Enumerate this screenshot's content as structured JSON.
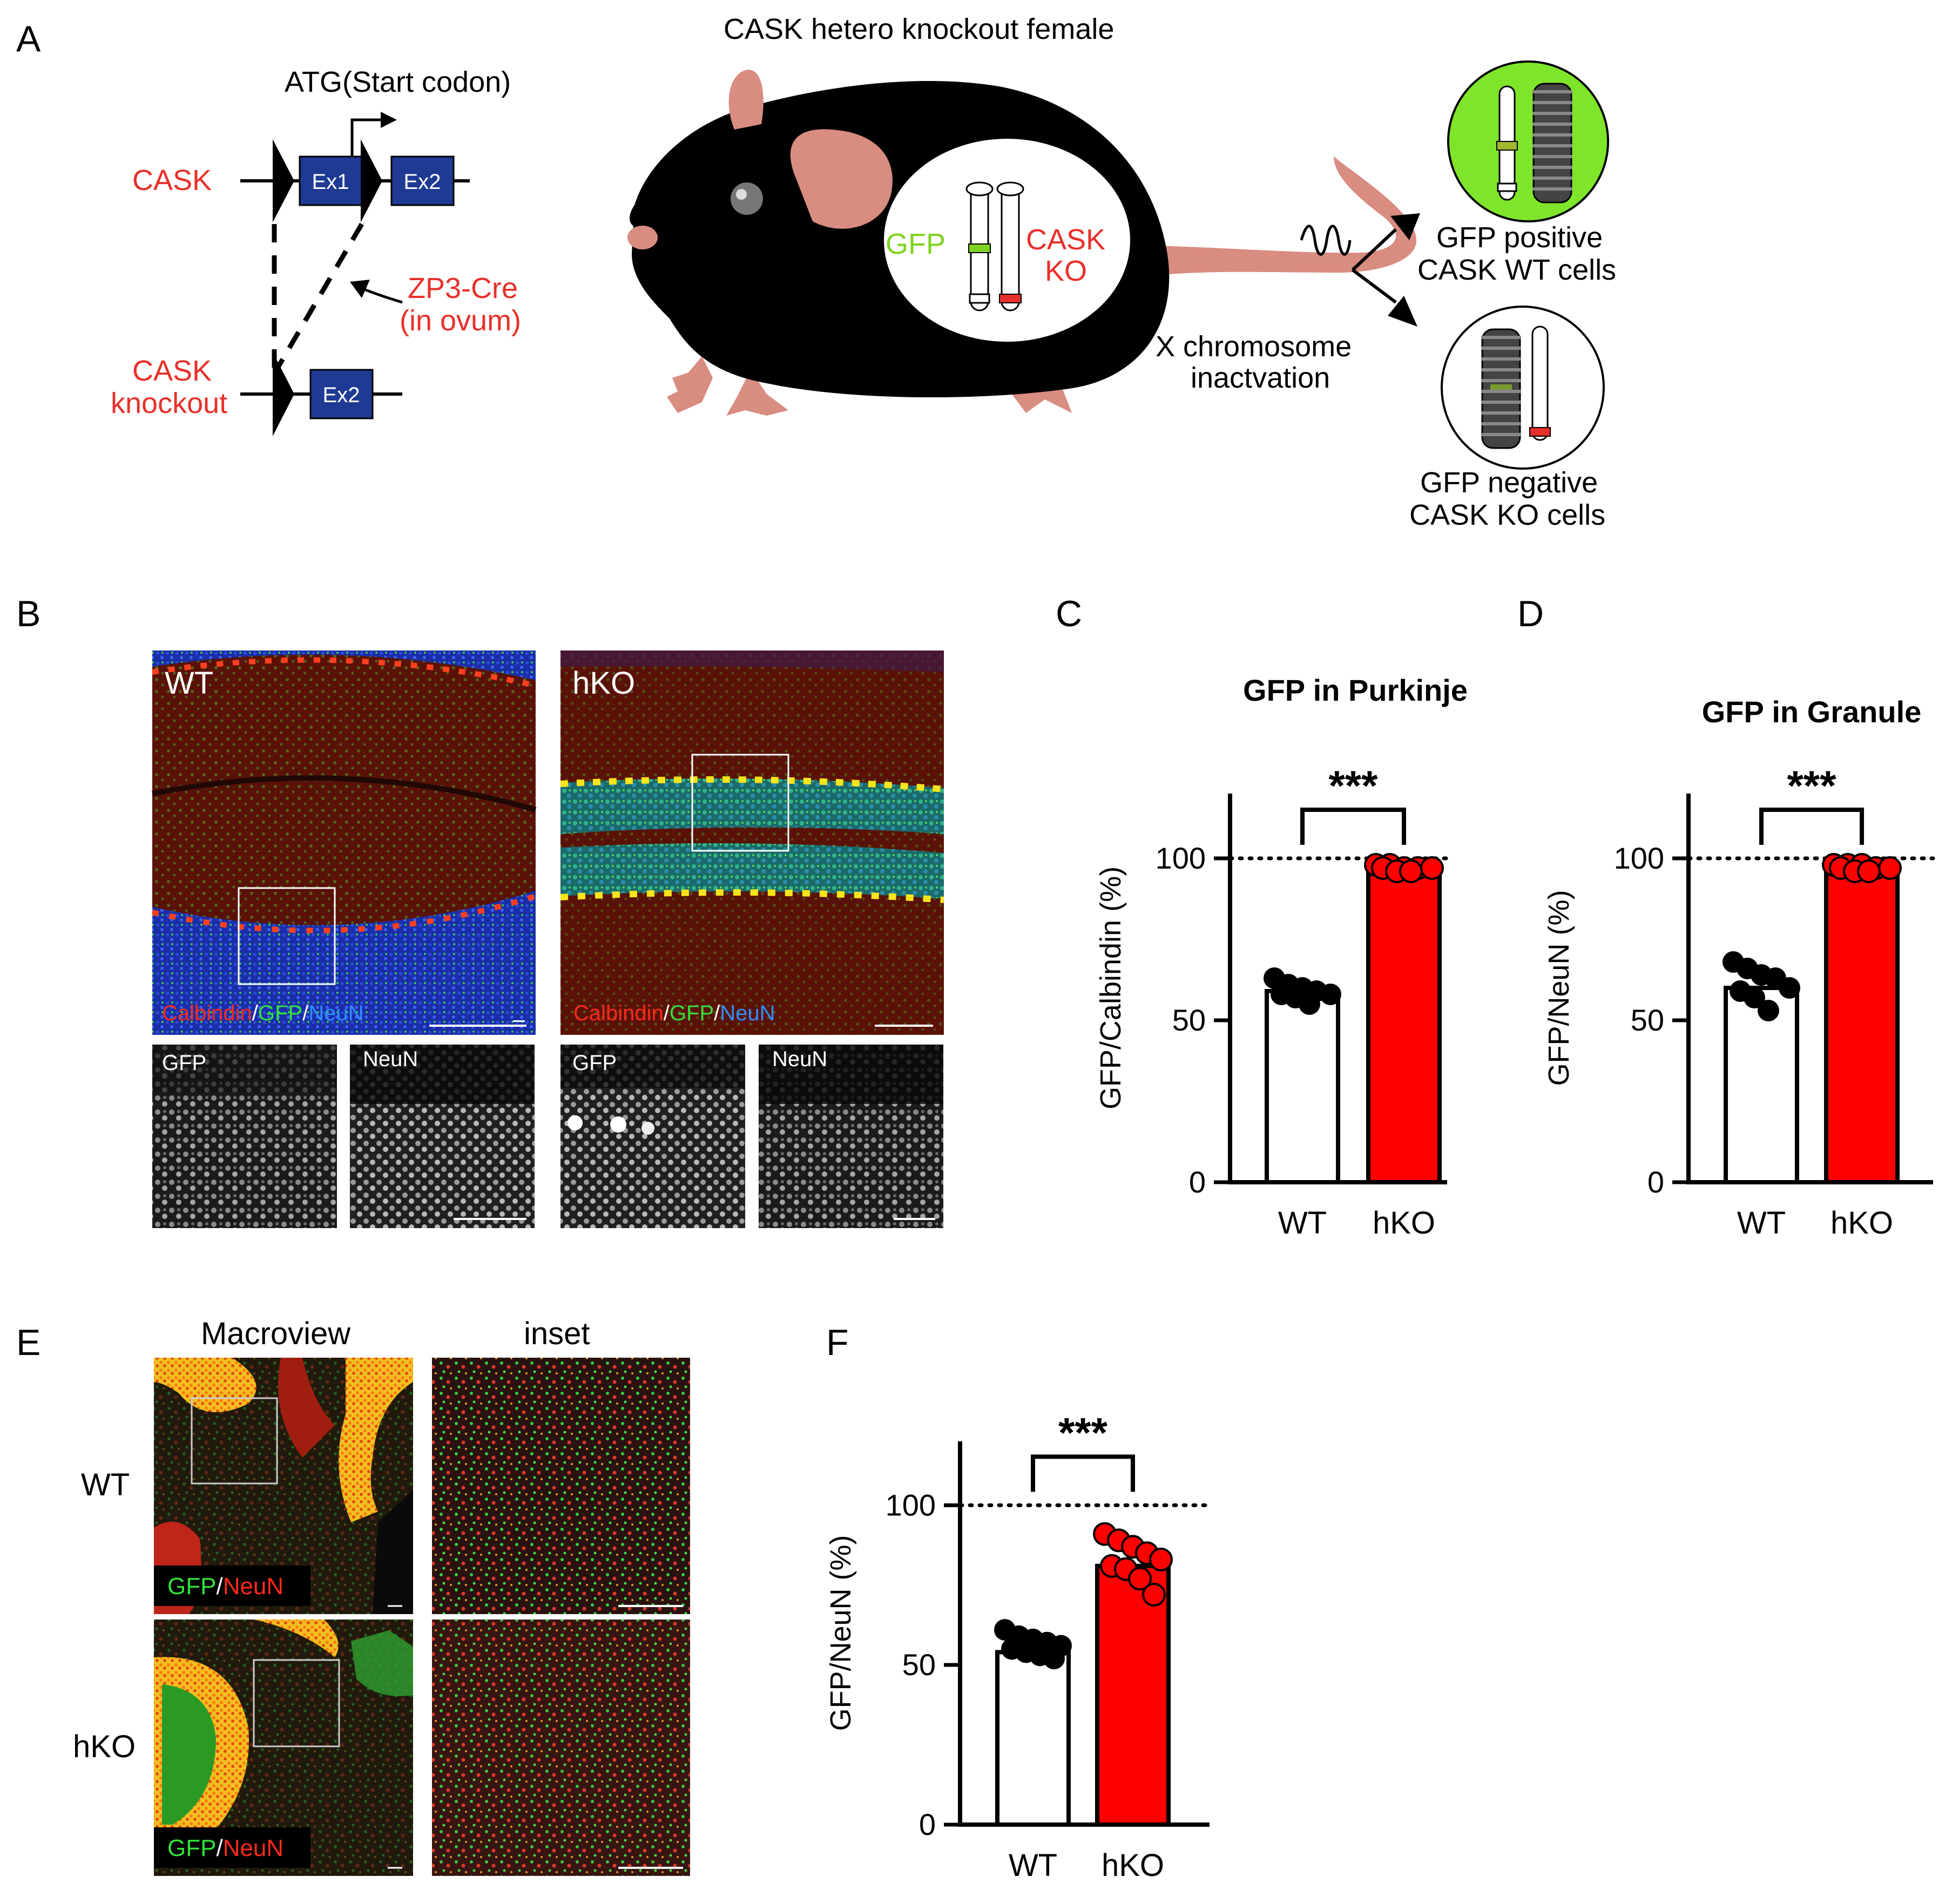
{
  "panels": {
    "a": "A",
    "b": "B",
    "c": "C",
    "d": "D",
    "e": "E",
    "f": "F"
  },
  "panel_a": {
    "title": "CASK hetero knockout female",
    "start_codon": "ATG(Start codon)",
    "cask_label": "CASK",
    "ex1": "Ex1",
    "ex2": "Ex2",
    "cre_line1": "ZP3-Cre",
    "cre_line2": "(in ovum)",
    "ko_line1": "CASK",
    "ko_line2": "knockout",
    "gfp": "GFP",
    "cask_ko_line1": "CASK",
    "cask_ko_line2": "KO",
    "xci_line1": "X chromosome",
    "xci_line2": "inactvation",
    "pos_line1": "GFP positive",
    "pos_line2": "CASK WT cells",
    "neg_line1": "GFP negative",
    "neg_line2": "CASK KO cells"
  },
  "panel_b": {
    "wt": "WT",
    "hko": "hKO",
    "stain": {
      "calbindin": "Calbindin",
      "slash": "/",
      "gfp": "GFP",
      "neun": "NeuN"
    },
    "inset_gfp": "GFP",
    "inset_neun": "NeuN"
  },
  "panel_e": {
    "macroview": "Macroview",
    "inset": "inset",
    "wt": "WT",
    "hko": "hKO",
    "stain": {
      "gfp": "GFP",
      "slash": "/",
      "neun": "NeuN"
    }
  },
  "colors": {
    "red": "#ff0000",
    "black": "#000000",
    "green": "#7fd321",
    "label_red": "#e8302a",
    "neun_blue": "#2f8fff",
    "mouse_pink": "#d98c80"
  },
  "chart_data": [
    {
      "id": "C",
      "type": "bar",
      "title": "GFP in Purkinje",
      "ylabel": "GFP/Calbindin (%)",
      "categories": [
        "WT",
        "hKO"
      ],
      "values": [
        59,
        97
      ],
      "points": [
        [
          63,
          61,
          60,
          59,
          58,
          58,
          57,
          55
        ],
        [
          98,
          98,
          97,
          97,
          97,
          97,
          96,
          96
        ]
      ],
      "ylim": [
        0,
        120
      ],
      "yticks": [
        "0",
        "50",
        "100"
      ],
      "reference_line": 100,
      "significance": "***"
    },
    {
      "id": "D",
      "type": "bar",
      "title": "GFP in Granule",
      "ylabel": "GFP/NeuN (%)",
      "categories": [
        "WT",
        "hKO"
      ],
      "values": [
        60,
        97
      ],
      "points": [
        [
          68,
          66,
          64,
          63,
          60,
          59,
          57,
          53
        ],
        [
          98,
          98,
          98,
          97,
          97,
          97,
          96,
          96
        ]
      ],
      "ylim": [
        0,
        120
      ],
      "yticks": [
        "0",
        "50",
        "100"
      ],
      "reference_line": 100,
      "significance": "***"
    },
    {
      "id": "F",
      "type": "bar",
      "title": "",
      "ylabel": "GFP/NeuN (%)",
      "categories": [
        "WT",
        "hKO"
      ],
      "values": [
        54,
        81
      ],
      "points": [
        [
          61,
          59,
          58,
          57,
          56,
          55,
          54,
          53,
          52
        ],
        [
          91,
          89,
          87,
          85,
          83,
          81,
          80,
          77,
          72
        ]
      ],
      "ylim": [
        0,
        120
      ],
      "yticks": [
        "0",
        "50",
        "100"
      ],
      "reference_line": 100,
      "significance": "***"
    }
  ]
}
